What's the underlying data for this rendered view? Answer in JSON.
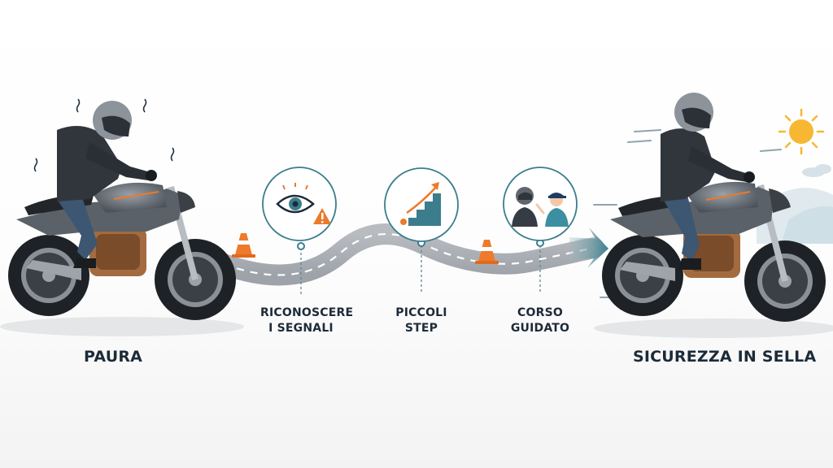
{
  "diagram": {
    "start_label": "PAURA",
    "end_label": "SICUREZZA IN SELLA",
    "steps": [
      {
        "lines": [
          "RICONOSCERE",
          "I SEGNALI"
        ],
        "icon": "eye-warning-icon"
      },
      {
        "lines": [
          "PICCOLI",
          "STEP"
        ],
        "icon": "stairs-progress-icon"
      },
      {
        "lines": [
          "CORSO",
          "GUIDATO"
        ],
        "icon": "instructor-icon"
      }
    ]
  },
  "colors": {
    "ink": "#1d2b38",
    "accent_teal": "#3b7d8c",
    "accent_orange": "#ec7a2b",
    "road": "#a9adb2",
    "cone": "#ef7a2b"
  }
}
